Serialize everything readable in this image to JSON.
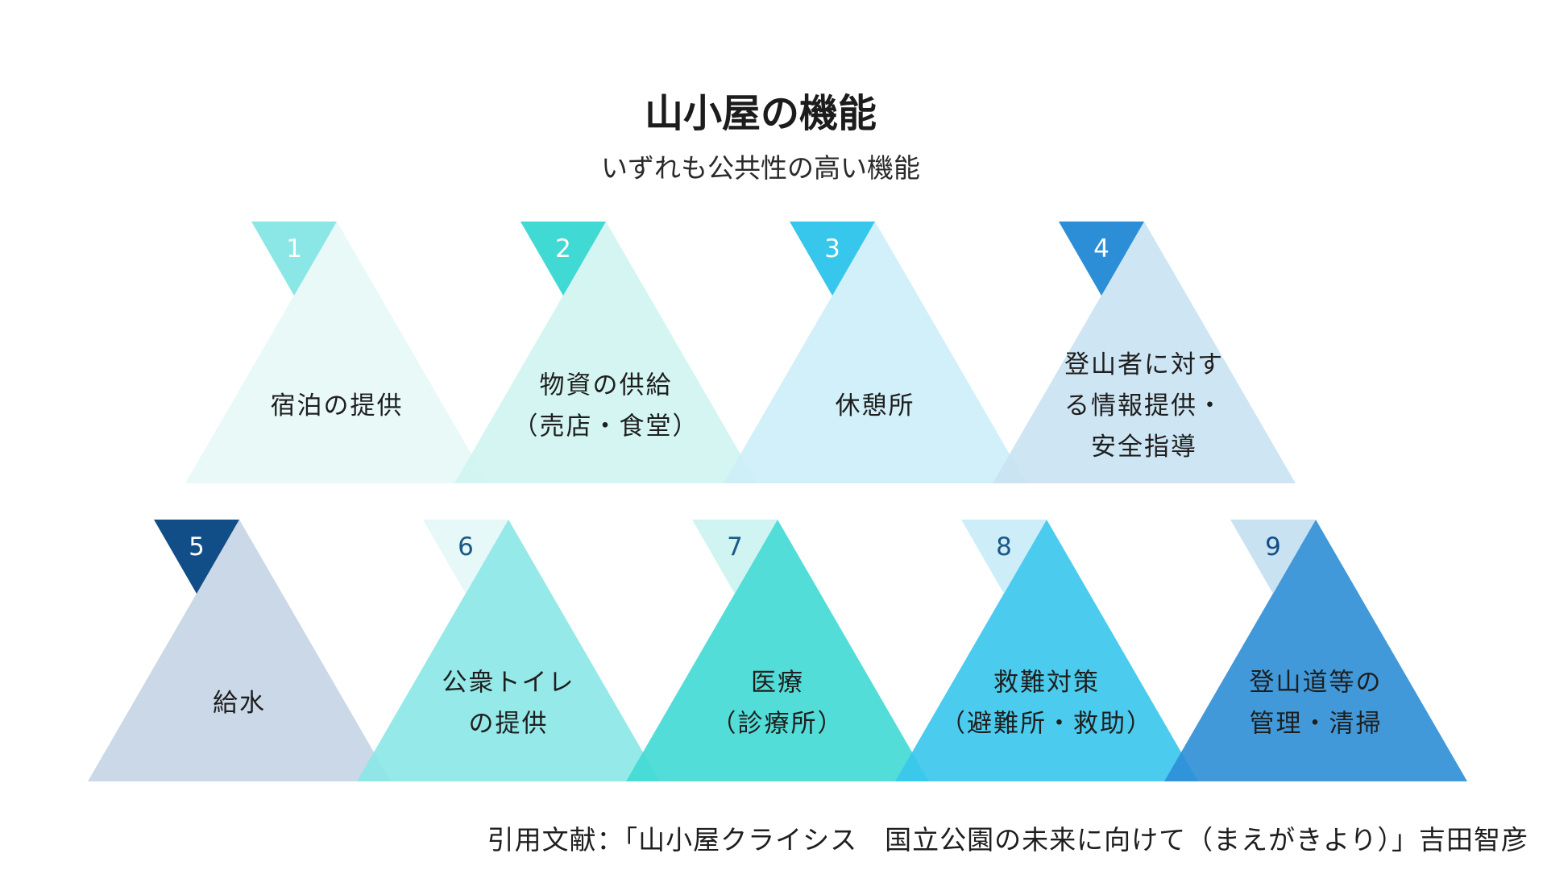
{
  "title": "山小屋の機能",
  "subtitle": "いずれも公共性の高い機能",
  "citation": "引用文献：「山小屋クライシス　国立公園の未来に向けて（まえがきより）」吉田智彦",
  "rows": [
    [
      {
        "number": "1",
        "lines": [
          "宿泊の提供"
        ],
        "triangle_color": "#e6f8f7",
        "marker_color": "#8ae7e6",
        "number_color": "#ffffff"
      },
      {
        "number": "2",
        "lines": [
          "物資の供給",
          "（売店・食堂）"
        ],
        "triangle_color": "#cff4f1",
        "marker_color": "#40d9d4",
        "number_color": "#ffffff"
      },
      {
        "number": "3",
        "lines": [
          "休憩所"
        ],
        "triangle_color": "#cdeef8",
        "marker_color": "#37c6ec",
        "number_color": "#ffffff"
      },
      {
        "number": "4",
        "lines": [
          "登山者に対す",
          "る情報提供・",
          "安全指導"
        ],
        "triangle_color": "#c9e2f2",
        "marker_color": "#2c8ed6",
        "number_color": "#ffffff"
      }
    ],
    [
      {
        "number": "5",
        "lines": [
          "給水"
        ],
        "triangle_color": "#c4d4e4",
        "marker_color": "#114e87",
        "number_color": "#ffffff"
      },
      {
        "number": "6",
        "lines": [
          "公衆トイレ",
          "の提供"
        ],
        "triangle_color": "#8ae7e6",
        "marker_color": "#e6f8f7",
        "number_color": "#1a5a8a"
      },
      {
        "number": "7",
        "lines": [
          "医療",
          "（診療所）"
        ],
        "triangle_color": "#40d9d4",
        "marker_color": "#cff4f1",
        "number_color": "#1a5a8a"
      },
      {
        "number": "8",
        "lines": [
          "救難対策",
          "（避難所・救助）"
        ],
        "triangle_color": "#37c6ec",
        "marker_color": "#cdeef8",
        "number_color": "#1a5a8a"
      },
      {
        "number": "9",
        "lines": [
          "登山道等の",
          "管理・清掃"
        ],
        "triangle_color": "#2c8ed6",
        "marker_color": "#c9e2f2",
        "number_color": "#114e87"
      }
    ]
  ]
}
